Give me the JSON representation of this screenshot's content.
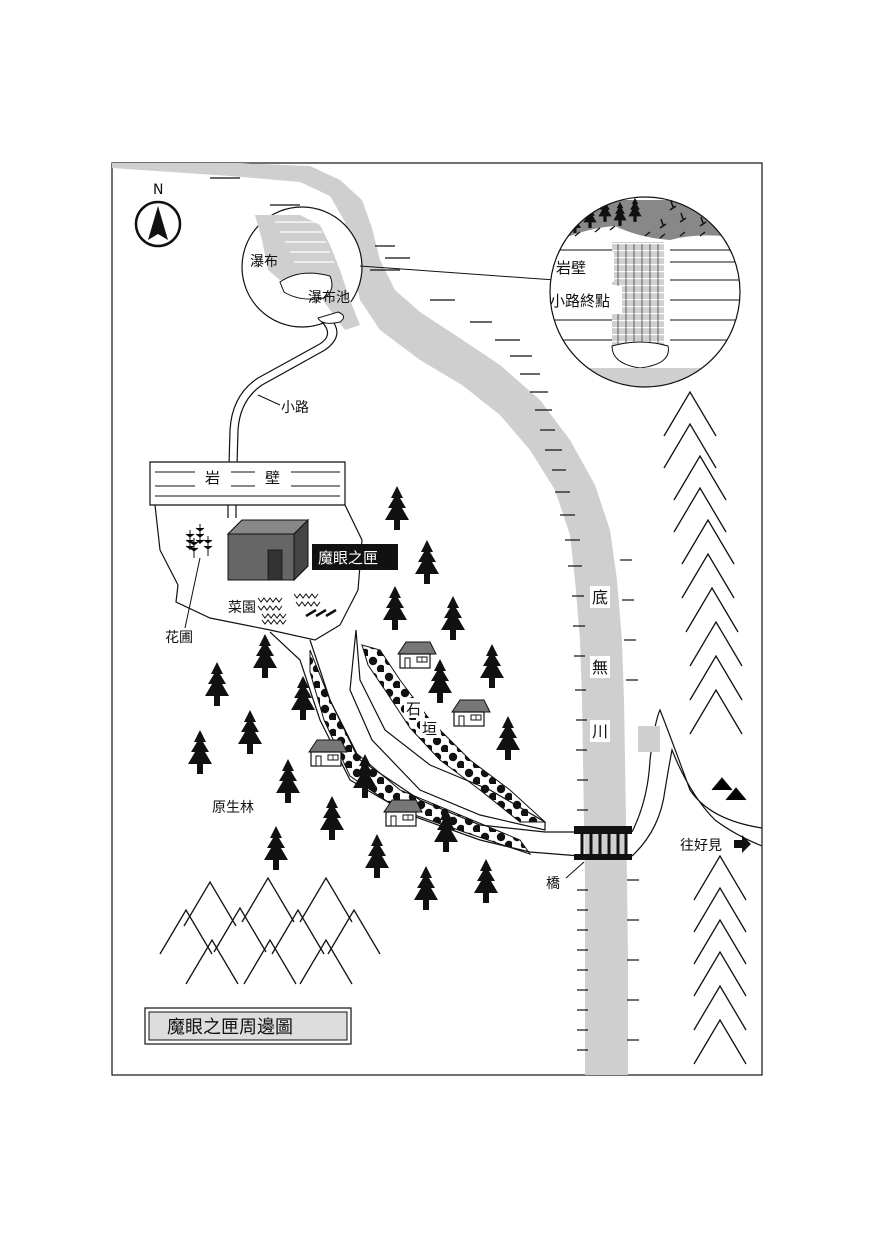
{
  "map": {
    "title": "魔眼之匣周邊圖",
    "compass": "N",
    "labels": {
      "waterfall": "瀑布",
      "waterfall_pool": "瀑布池",
      "inset_cliff": "岩壁",
      "inset_path_end": "小路終點",
      "path": "小路",
      "cliff_left": "岩",
      "cliff_right": "壁",
      "box": "魔眼之匣",
      "vegetable_garden": "菜園",
      "flower_garden": "花圃",
      "stone_wall_1": "石",
      "stone_wall_2": "垣",
      "primeval_forest": "原生林",
      "river_1": "底",
      "river_2": "無",
      "river_3": "川",
      "bridge": "橋",
      "to_town": "往好見"
    },
    "icons": {
      "compass": "north-arrow-icon",
      "direction": "right-arrow-icon"
    }
  }
}
